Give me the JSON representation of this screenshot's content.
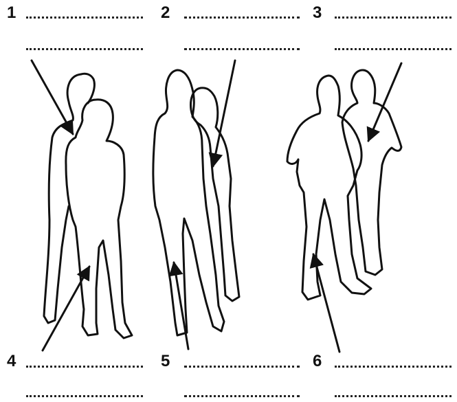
{
  "labels": [
    {
      "number": "1"
    },
    {
      "number": "2"
    },
    {
      "number": "3"
    },
    {
      "number": "4"
    },
    {
      "number": "5"
    },
    {
      "number": "6"
    }
  ],
  "colors": {
    "ink": "#111111",
    "background": "#ffffff"
  }
}
